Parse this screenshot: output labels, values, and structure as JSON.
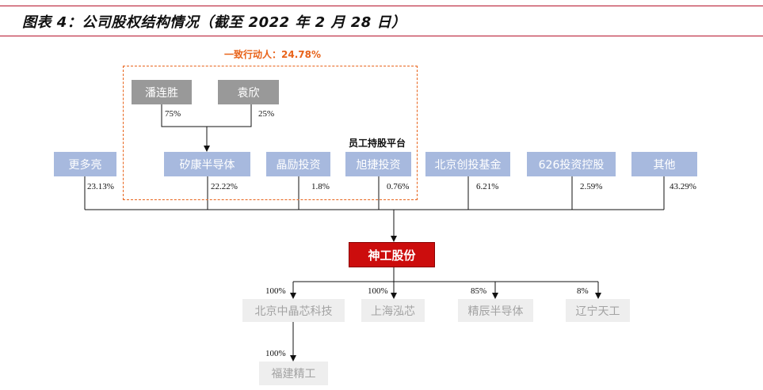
{
  "title": "图表 4：公司股权结构情况（截至 2022 年 2 月 28 日）",
  "concert_group": {
    "label": "一致行动人：24.78%",
    "persons": [
      {
        "name": "潘连胜",
        "pct": "75%"
      },
      {
        "name": "袁欣",
        "pct": "25%"
      }
    ]
  },
  "employee_platform_label": "员工持股平台",
  "shareholders": [
    {
      "name": "更多亮",
      "pct": "23.13%"
    },
    {
      "name": "矽康半导体",
      "pct": "22.22%"
    },
    {
      "name": "晶励投资",
      "pct": "1.8%"
    },
    {
      "name": "旭捷投资",
      "pct": "0.76%"
    },
    {
      "name": "北京创投基金",
      "pct": "6.21%"
    },
    {
      "name": "626投资控股",
      "pct": "2.59%"
    },
    {
      "name": "其他",
      "pct": "43.29%"
    }
  ],
  "company": {
    "name": "神工股份"
  },
  "subsidiaries": [
    {
      "name": "北京中晶芯科技",
      "pct": "100%"
    },
    {
      "name": "上海泓芯",
      "pct": "100%"
    },
    {
      "name": "精辰半导体",
      "pct": "85%"
    },
    {
      "name": "辽宁天工",
      "pct": "8%"
    }
  ],
  "sub_subsidiary": {
    "name": "福建精工",
    "pct": "100%"
  },
  "colors": {
    "title_rule": "#b5122a",
    "group_accent": "#e8631a",
    "person_box": "#999999",
    "shareholder_box": "#a7b9de",
    "company_box": "#cc0d0d",
    "subsidiary_box": "#eeeeee",
    "subsidiary_text": "#a3a3a3"
  }
}
